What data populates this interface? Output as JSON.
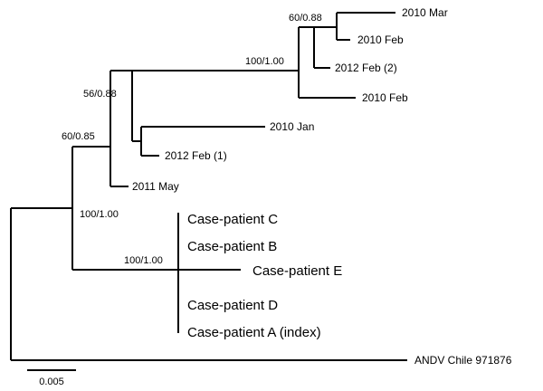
{
  "taxa": {
    "t2010_mar": "2010 Mar",
    "t2010_feb_a": "2010 Feb",
    "t2012_feb_2": "2012 Feb (2)",
    "t2010_feb_b": "2010 Feb",
    "t2010_jan": "2010 Jan",
    "t2012_feb_1": "2012 Feb (1)",
    "t2011_may": "2011 May",
    "case_c": "Case-patient C",
    "case_b": "Case-patient B",
    "case_e": "Case-patient E",
    "case_d": "Case-patient D",
    "case_a": "Case-patient A (index)",
    "andv": "ANDV Chile 971876"
  },
  "support": {
    "n_60_088": "60/0.88",
    "n_100_100_upper": "100/1.00",
    "n_56_088": "56/0.88",
    "n_60_085": "60/0.85",
    "n_100_100_left": "100/1.00",
    "n_100_100_case": "100/1.00"
  },
  "scale_bar": {
    "label": "0.005"
  }
}
